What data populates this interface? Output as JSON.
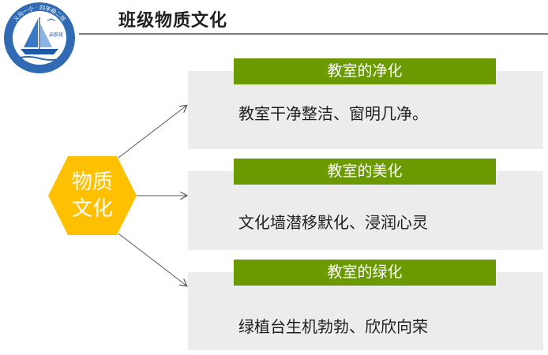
{
  "logo": {
    "ring_text": "义乌一小 · 四年级二班",
    "sail_text": "启航班"
  },
  "title": "班级物质文化",
  "hub": {
    "line1": "物质",
    "line2": "文化"
  },
  "cards": [
    {
      "header": "教室的净化",
      "text": "教室干净整洁、窗明几净。"
    },
    {
      "header": "教室的美化",
      "text": "文化墙潜移默化、浸润心灵"
    },
    {
      "header": "教室的绿化",
      "text": "绿植台生机勃勃、欣欣向荣"
    }
  ],
  "colors": {
    "hub": "#ffc000",
    "header": "#6a9a00",
    "card": "#ececec",
    "logo_ring": "#2f6ab3"
  }
}
